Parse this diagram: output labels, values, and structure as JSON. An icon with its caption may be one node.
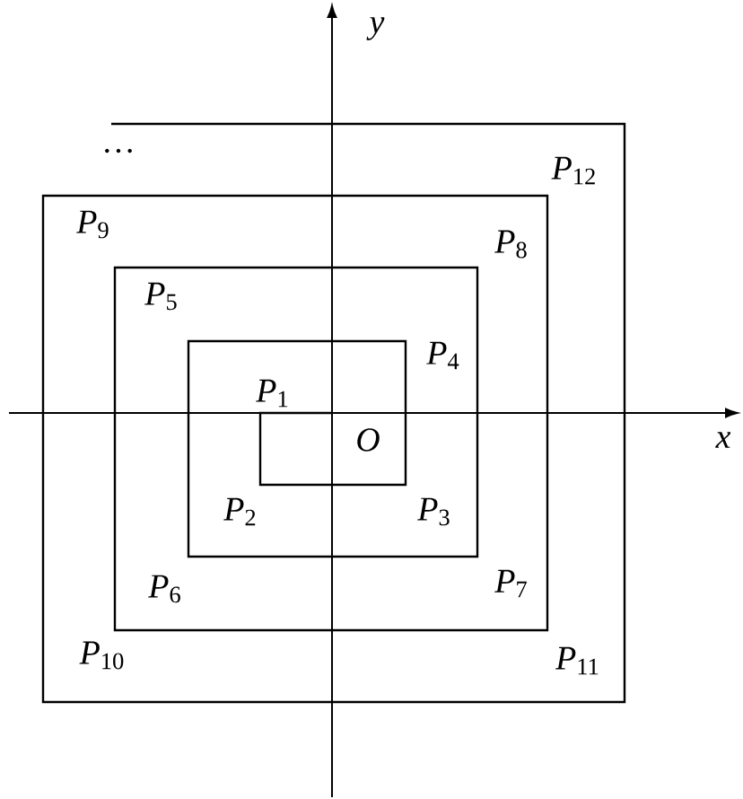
{
  "diagram": {
    "labels": [
      "*y*",
      "…",
      "*P*$_{12}$",
      "*P*$_{9}$",
      "*P*$_{8}$",
      "*P*$_{5}$",
      "*P*$_{4}$",
      "*P*$_{1}$",
      "*x*",
      "*O*",
      "*P*$_{2}$",
      "*P*$_{3}$",
      "*P*$_{6}$",
      "*P*$_{7}$",
      "*P*$_{10}$",
      "*P*$_{11}$"
    ]
  }
}
